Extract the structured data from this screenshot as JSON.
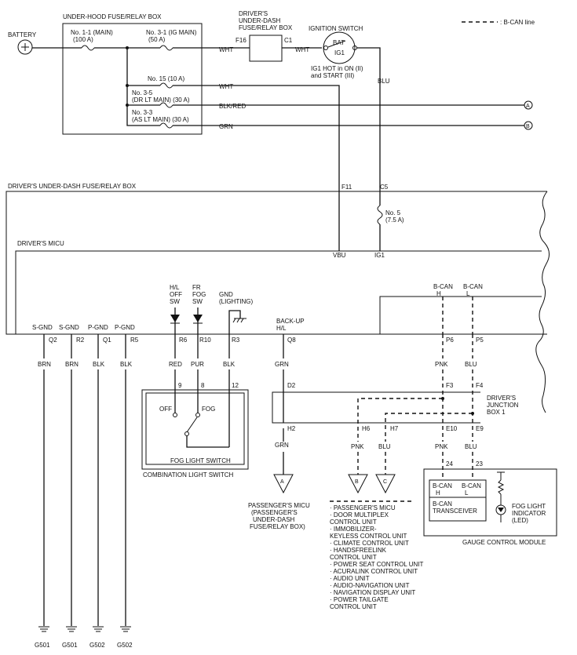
{
  "legend": {
    "text": ": B-CAN line"
  },
  "battery": {
    "label": "BATTERY"
  },
  "under_hood_box": {
    "title": "UNDER-HOOD FUSE/RELAY BOX",
    "fuse_1_1": [
      "No. 1-1 (MAIN)",
      "(100 A)"
    ],
    "fuse_3_1": [
      "No. 3-1 (IG MAIN)",
      "(50 A)"
    ],
    "fuse_15": "No. 15 (10 A)",
    "fuse_3_5": [
      "No. 3-5",
      "(DR LT MAIN) (30 A)"
    ],
    "fuse_3_3": [
      "No. 3-3",
      "(AS LT MAIN) (30 A)"
    ]
  },
  "wires": {
    "wht1": "WHT",
    "wht2": "WHT",
    "wht3": "WHT",
    "blk_red": "BLK/RED",
    "grn1": "GRN",
    "blu1": "BLU"
  },
  "connectors": {
    "a": "A",
    "b": "B",
    "c": "C"
  },
  "dash_fuse_box_top": {
    "title": [
      "DRIVER'S",
      "UNDER-DASH",
      "FUSE/RELAY BOX"
    ],
    "pin_in": "F16",
    "pin_out": "C1"
  },
  "ignition_switch": {
    "title": "IGNITION SWITCH",
    "bat": "BAT",
    "ig1": "IG1",
    "note": [
      "IG1 HOT in ON (II)",
      "and START (III)"
    ]
  },
  "dash_fuse_box": {
    "title": "DRIVER'S UNDER-DASH FUSE/RELAY BOX",
    "pin_f11": "F11",
    "pin_c5": "C5",
    "fuse_5": [
      "No. 5",
      "(7.5 A)"
    ]
  },
  "micu": {
    "title": "DRIVER'S MICU",
    "vbu": "VBU",
    "ig1": "IG1",
    "bcan_h": [
      "B-CAN",
      "H"
    ],
    "bcan_l": [
      "B-CAN",
      "L"
    ],
    "hl_off_sw": [
      "H/L",
      "OFF",
      "SW"
    ],
    "fr_fog_sw": [
      "FR",
      "FOG",
      "SW"
    ],
    "gnd_lighting": [
      "GND",
      "(LIGHTING)"
    ],
    "backup_hl": [
      "BACK-UP",
      "H/L"
    ],
    "terminals": [
      {
        "name": "S-GND",
        "pin": "Q2",
        "wire": "BRN",
        "ground": "G501"
      },
      {
        "name": "S-GND",
        "pin": "R2",
        "wire": "BRN",
        "ground": "G501"
      },
      {
        "name": "P-GND",
        "pin": "Q1",
        "wire": "BLK",
        "ground": "G502"
      },
      {
        "name": "P-GND",
        "pin": "R5",
        "wire": "BLK",
        "ground": "G502"
      }
    ],
    "pin_r6": "R6",
    "pin_r10": "R10",
    "pin_r3": "R3",
    "pin_q8": "Q8",
    "pin_p6": "P6",
    "pin_p5": "P5"
  },
  "micu_wires": {
    "red": "RED",
    "pur": "PUR",
    "blk": "BLK",
    "grn": "GRN",
    "pnk": "PNK",
    "blu": "BLU"
  },
  "combo_switch": {
    "pin9": "9",
    "pin8": "8",
    "pin12": "12",
    "off": "OFF",
    "fog": "FOG",
    "inner": "FOG LIGHT SWITCH",
    "outer": "COMBINATION LIGHT SWITCH"
  },
  "junction": {
    "title": [
      "DRIVER'S",
      "JUNCTION",
      "BOX 1"
    ],
    "d2": "D2",
    "h2": "H2",
    "h6": "H6",
    "h7": "H7",
    "f3": "F3",
    "f4": "F4",
    "e10": "E10",
    "e9": "E9",
    "grn": "GRN",
    "pnk1": "PNK",
    "blu1": "BLU",
    "pnk2": "PNK",
    "blu2": "BLU"
  },
  "passenger_micu": [
    "PASSENGER'S MICU",
    "(PASSENGER'S",
    "UNDER-DASH",
    "FUSE/RELAY BOX)"
  ],
  "network_list": [
    "· PASSENGER'S MICU",
    "· DOOR MULTIPLEX",
    "  CONTROL UNIT",
    "· IMMOBILIZER-",
    "  KEYLESS CONTROL UNIT",
    "· CLIMATE CONTROL UNIT",
    "· HANDSFREELINK",
    "  CONTROL UNIT",
    "· POWER SEAT CONTROL UNIT",
    "· ACURALINK CONTROL UNIT",
    "· AUDIO UNIT",
    "· AUDIO-NAVIGATION UNIT",
    "· NAVIGATION DISPLAY UNIT",
    "· POWER TAILGATE",
    "  CONTROL UNIT"
  ],
  "gauge": {
    "pin24": "24",
    "pin23": "23",
    "bcan_h": [
      "B-CAN",
      "H"
    ],
    "bcan_l": [
      "B-CAN",
      "L"
    ],
    "transceiver": [
      "B-CAN",
      "TRANSCEIVER"
    ],
    "indicator": [
      "FOG LIGHT",
      "INDICATOR",
      "(LED)"
    ],
    "title": "GAUGE CONTROL MODULE"
  }
}
